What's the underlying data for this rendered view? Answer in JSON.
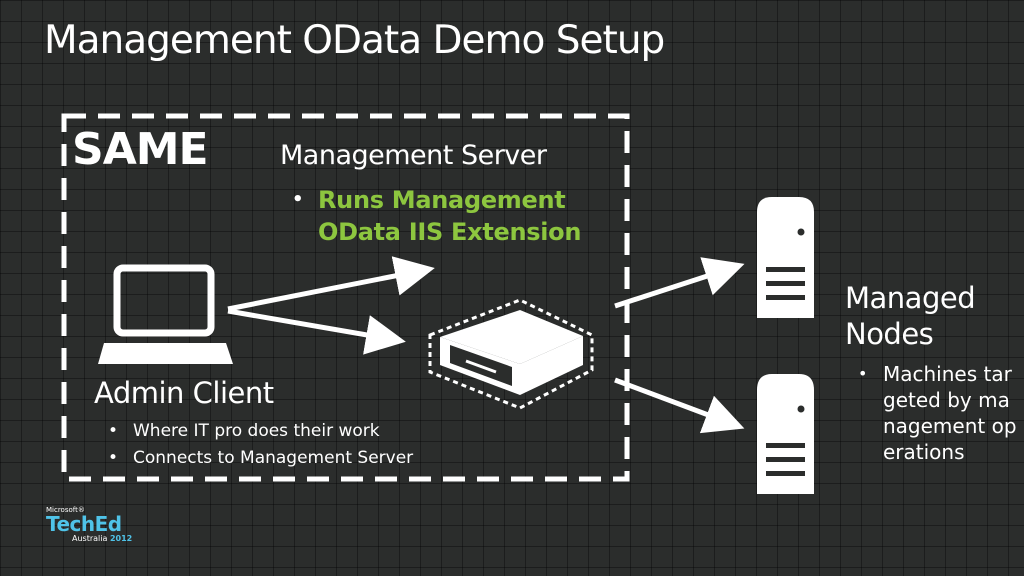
{
  "title": "Management OData Demo Setup",
  "same_label": "SAME",
  "server": {
    "title": "Management Server",
    "bullets": [
      "Runs Management OData IIS Extension"
    ]
  },
  "admin": {
    "title": "Admin Client",
    "bullets": [
      "Where IT pro does their work",
      "Connects to Management Server"
    ]
  },
  "nodes": {
    "title": "Managed Nodes",
    "bullets": [
      "Machines targeted by management operations"
    ]
  },
  "logo": {
    "brand": "Microsoft®",
    "name": "TechEd",
    "region": "Australia",
    "year": "2012"
  },
  "icons": {
    "laptop": "laptop-icon",
    "server": "server-appliance-icon",
    "node": "tower-server-icon"
  },
  "colors": {
    "accent_green": "#8dc63f",
    "logo_blue": "#4fc3e8",
    "background": "#2b2d2c"
  }
}
